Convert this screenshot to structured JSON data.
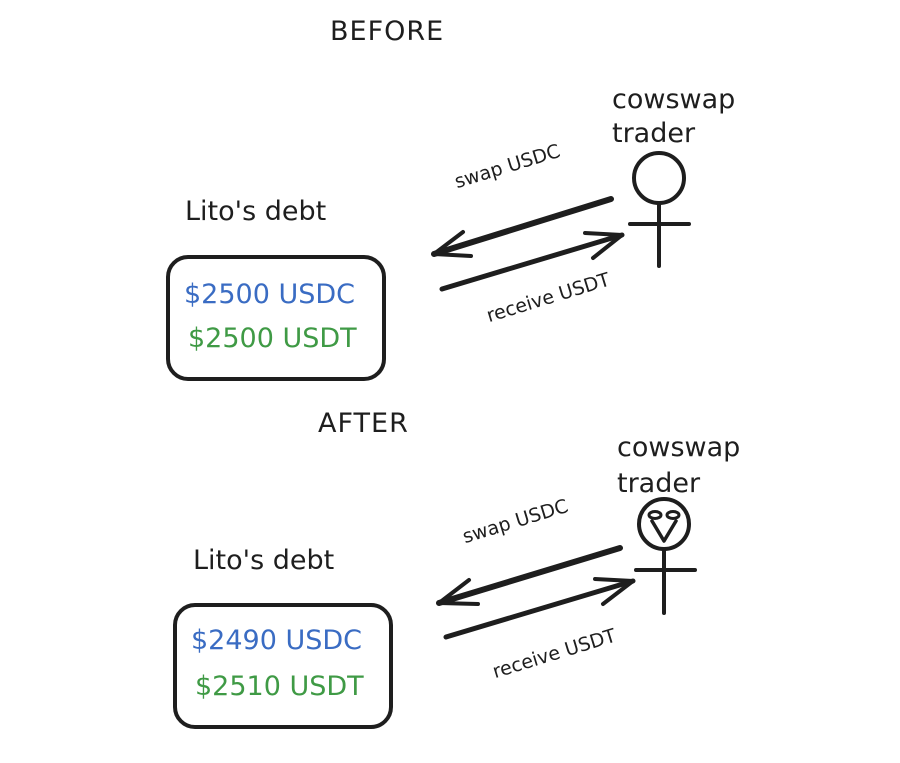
{
  "before": {
    "heading": "BEFORE",
    "debt_title": "Lito's debt",
    "debt": {
      "usdc": "$2500 USDC",
      "usdt": "$2500 USDT"
    },
    "trader_line1": "cowswap",
    "trader_line2": "trader",
    "trader_face": "neutral",
    "arrow_out_label": "swap USDC",
    "arrow_in_label": "receive USDT"
  },
  "after": {
    "heading": "AFTER",
    "debt_title": "Lito's debt",
    "debt": {
      "usdc": "$2490 USDC",
      "usdt": "$2510 USDT"
    },
    "trader_line1": "cowswap",
    "trader_line2": "trader",
    "trader_face": "smiling",
    "arrow_out_label": "swap USDC",
    "arrow_in_label": "receive USDT"
  },
  "colors": {
    "usdc": "#3a6cc3",
    "usdt": "#3f9a45",
    "stroke": "#1e1e1e"
  }
}
